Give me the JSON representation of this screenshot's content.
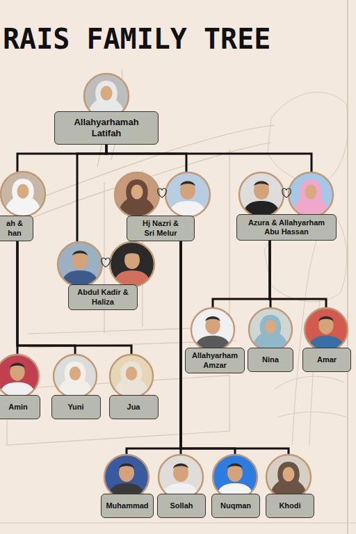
{
  "diagram": {
    "title": "RAIS FAMILY TREE",
    "nodes": [
      {
        "text": [
          "Allahyarhamah Latifah"
        ]
      },
      {
        "text": [
          "ah & han"
        ]
      },
      {
        "text": [
          "Hj Nazri & Sri Melur"
        ]
      },
      {
        "text": [
          "Azura & Allahyarham Abu Hassan"
        ]
      },
      {
        "text": [
          "Abdul Kadir & Haliza"
        ]
      },
      {
        "text": [
          "Allahyarham Amzar"
        ]
      },
      {
        "text": [
          "Nina"
        ]
      },
      {
        "text": [
          "Amar"
        ]
      },
      {
        "text": [
          "Amin"
        ]
      },
      {
        "text": [
          "Yuni"
        ]
      },
      {
        "text": [
          "Jua"
        ]
      },
      {
        "text": [
          "Muhammad"
        ]
      },
      {
        "text": [
          "Sollah"
        ]
      },
      {
        "text": [
          "Nuqman"
        ]
      },
      {
        "text": [
          "Khodi"
        ]
      }
    ],
    "edges": [
      {
        "from": 0,
        "to": 1,
        "arrow": "none"
      },
      {
        "from": 0,
        "to": 2,
        "arrow": "none"
      },
      {
        "from": 0,
        "to": 3,
        "arrow": "none"
      },
      {
        "from": 0,
        "to": 4,
        "arrow": "none"
      },
      {
        "from": 3,
        "to": 5,
        "arrow": "none"
      },
      {
        "from": 3,
        "to": 6,
        "arrow": "none"
      },
      {
        "from": 3,
        "to": 7,
        "arrow": "none"
      },
      {
        "from": 1,
        "to": 8,
        "arrow": "none"
      },
      {
        "from": 1,
        "to": 9,
        "arrow": "none"
      },
      {
        "from": 1,
        "to": 10,
        "arrow": "none"
      },
      {
        "from": 2,
        "to": 11,
        "arrow": "none"
      },
      {
        "from": 2,
        "to": 12,
        "arrow": "none"
      },
      {
        "from": 2,
        "to": 13,
        "arrow": "none"
      },
      {
        "from": 2,
        "to": 14,
        "arrow": "none"
      }
    ]
  }
}
